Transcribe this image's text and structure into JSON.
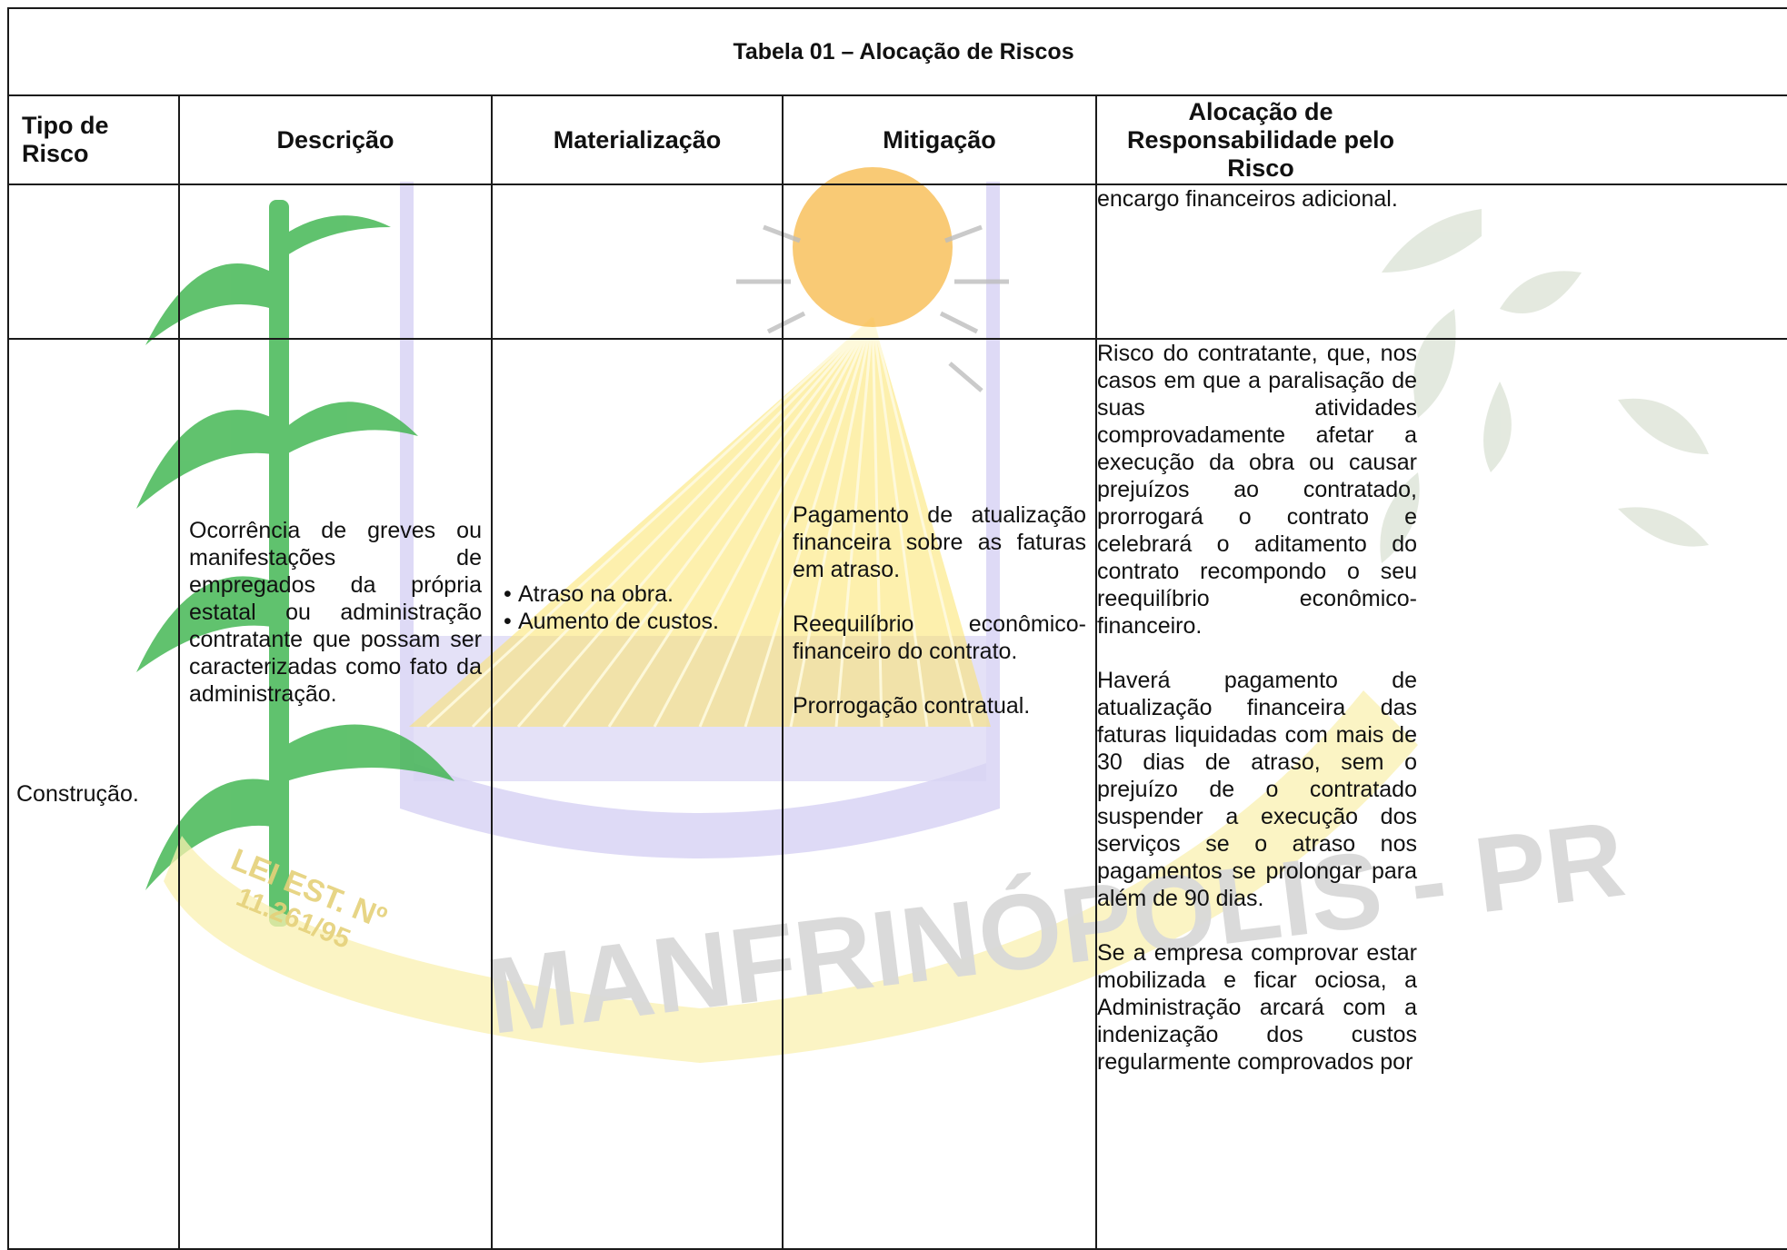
{
  "title": "Tabela 01 – Alocação de Riscos",
  "headers": [
    "Tipo de Risco",
    "Descrição",
    "Materialização",
    "Mitigação",
    "Alocação de Responsabilidade pelo Risco"
  ],
  "row_continuation": {
    "alocacao": "encargo financeiros adicional."
  },
  "row_construcao": {
    "tipo": "Construção.",
    "descricao": "Ocorrência de greves ou manifestações de empregados da própria estatal ou administração contratante que possam ser caracterizadas como fato da administração.",
    "materializacao": [
      "Atraso na obra.",
      "Aumento de custos."
    ],
    "mitigacao": [
      "Pagamento de atualização financeira sobre as faturas em atraso.",
      "Reequilíbrio econômico-financeiro do contrato.",
      "Prorrogação contratual."
    ],
    "alocacao": [
      "Risco do contratante, que, nos casos em que a paralisação de suas atividades comprovadamente afetar a execução da obra ou causar prejuízos ao contratado, prorrogará o contrato e celebrará o aditamento do contrato recompondo o seu reequilíbrio econômico-financeiro.",
      "Haverá pagamento de atualização financeira das faturas liquidadas com mais de 30 dias de atraso, sem o prejuízo de o contratado suspender a execução dos serviços se o atraso nos pagamentos se prolongar para além de 90 dias.",
      "Se a empresa comprovar estar mobilizada e ficar ociosa, a Administração arcará com a indenização dos custos regularmente comprovados por"
    ]
  },
  "watermark": {
    "city": "MANFRINÓPOLIS - PR",
    "law_line1": "LEI EST. Nº",
    "law_line2": "11.261/95",
    "colors": {
      "sun": "#f6b33a",
      "rays": "#fbe46a",
      "band": "#d8d4f4",
      "banner": "#faf0b0",
      "green": "#39b34a",
      "text": "#d9d9d9"
    }
  }
}
